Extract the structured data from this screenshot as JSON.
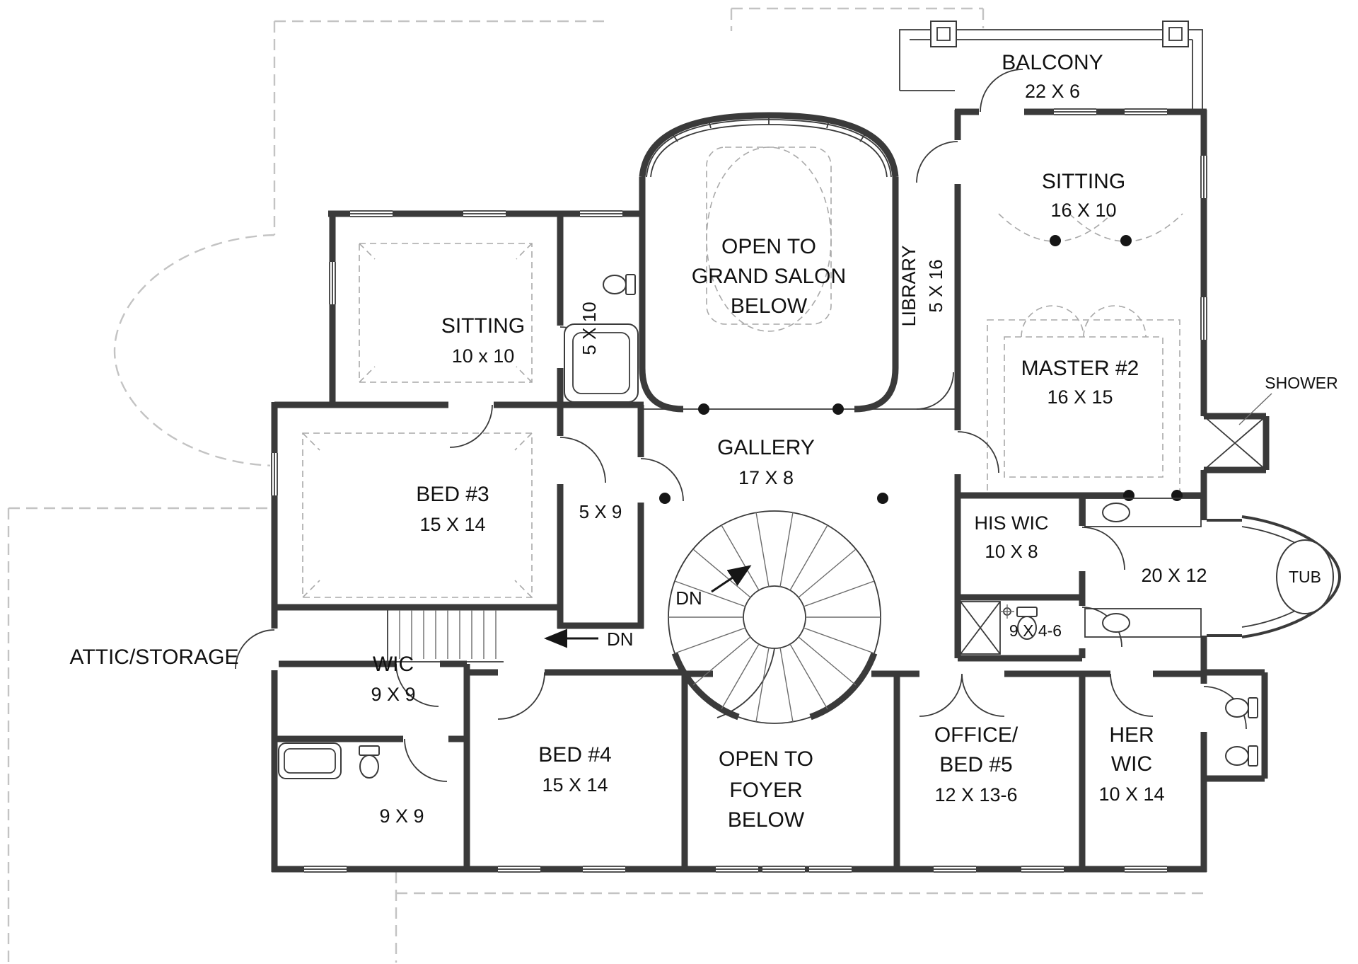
{
  "plan": {
    "labels": {
      "balcony_name": "BALCONY",
      "balcony_size": "22 X 6",
      "sitting_master_name": "SITTING",
      "sitting_master_size": "16 X 10",
      "library_name": "LIBRARY",
      "library_size": "5 X 16",
      "master2_name": "MASTER #2",
      "master2_size": "16 X 15",
      "shower": "SHOWER",
      "grand_salon_l1": "OPEN TO",
      "grand_salon_l2": "GRAND SALON",
      "grand_salon_l3": "BELOW",
      "sitting3_name": "SITTING",
      "sitting3_size": "10 x 10",
      "bath_5x10_size": "5 X 10",
      "gallery_name": "GALLERY",
      "gallery_size": "17 X 8",
      "bed3_name": "BED #3",
      "bed3_size": "15 X 14",
      "closet_5x9_size": "5 X 9",
      "his_wic_name": "HIS WIC",
      "his_wic_size": "10 X 8",
      "master_bath_size": "20 X 12",
      "tub": "TUB",
      "attic": "ATTIC/STORAGE",
      "wic_name": "WIC",
      "wic_size": "9 X 9",
      "dn_spiral": "DN",
      "dn_stair": "DN",
      "bath_946_size": "9 X 4-6",
      "bed4_name": "BED #4",
      "bed4_size": "15 X 14",
      "foyer_l1": "OPEN TO",
      "foyer_l2": "FOYER",
      "foyer_l3": "BELOW",
      "office_l1": "OFFICE/",
      "office_l2": "BED #5",
      "office_size": "12 X 13-6",
      "her_wic_l1": "HER",
      "her_wic_l2": "WIC",
      "her_wic_size": "10 X 14",
      "bath_9x9_size": "9 X 9"
    },
    "colors": {
      "wall": "#3a3a3a",
      "roof_dash": "#c3c3c3",
      "tray_dash": "#a9a9a9",
      "text": "#111111",
      "background": "#ffffff"
    }
  }
}
